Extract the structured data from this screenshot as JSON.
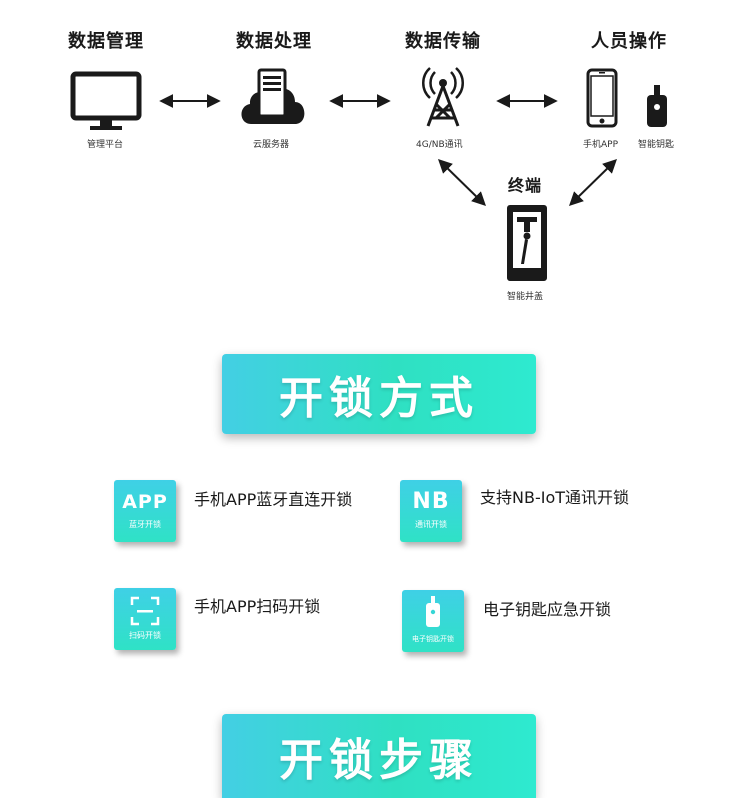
{
  "diagram": {
    "headings": {
      "management": "数据管理",
      "processing": "数据处理",
      "transmission": "数据传输",
      "operation": "人员操作",
      "terminal": "终端"
    },
    "captions": {
      "platform": "管理平台",
      "cloud": "云服务器",
      "network": "4G/NB通讯",
      "phone": "手机APP",
      "key": "智能钥匙",
      "cover": "智能井盖"
    }
  },
  "section1": {
    "title": "开锁方式"
  },
  "methods": [
    {
      "badge_big": "APP",
      "badge_small": "蓝牙开锁",
      "text": "手机APP蓝牙直连开锁"
    },
    {
      "badge_big": "NB",
      "badge_small": "通讯开锁",
      "text": "支持NB-IoT通讯开锁"
    },
    {
      "badge_big": "",
      "badge_small": "扫码开锁",
      "text": "手机APP扫码开锁"
    },
    {
      "badge_big": "",
      "badge_small": "电子钥匙开锁",
      "text": "电子钥匙应急开锁"
    }
  ],
  "section2": {
    "title": "开锁步骤"
  },
  "colors": {
    "accent_start": "#43cfe4",
    "accent_end": "#2eead0",
    "icon": "#1a1a1a"
  }
}
